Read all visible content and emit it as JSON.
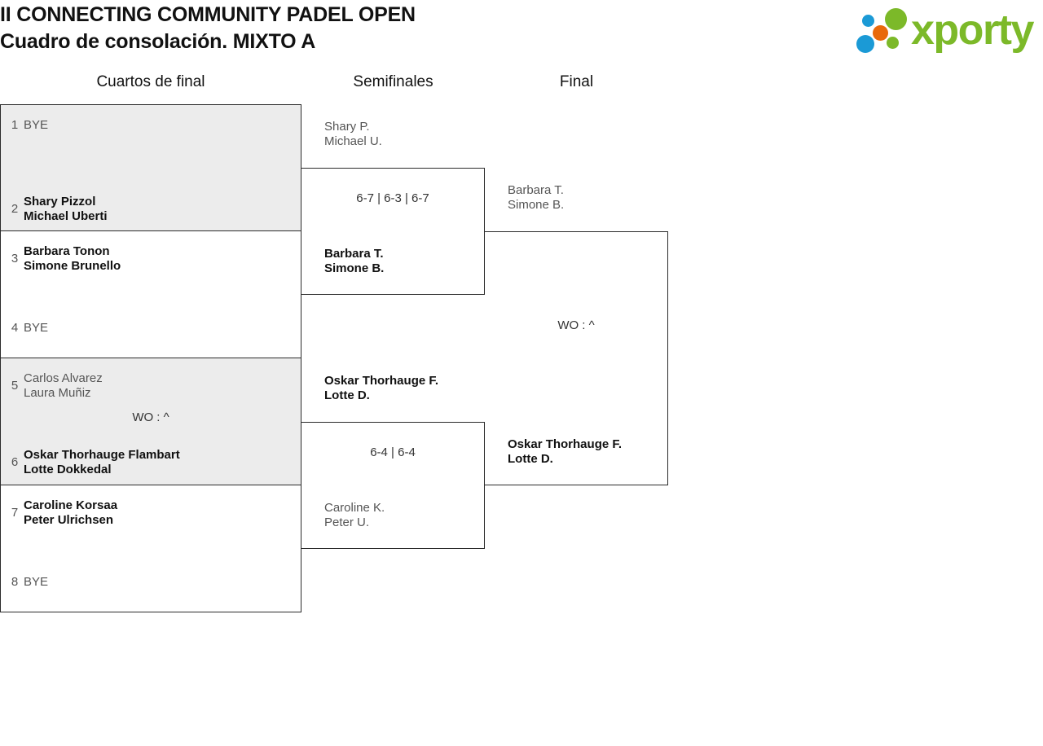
{
  "header": {
    "title_line1": "II CONNECTING COMMUNITY PADEL OPEN",
    "title_line2": "Cuadro de consolación. MIXTO A",
    "logo_word": "xporty",
    "logo_colors": {
      "green": "#7cb929",
      "blue": "#1b9ad6",
      "orange": "#e8690b"
    }
  },
  "rounds": [
    {
      "label": "Cuartos de final"
    },
    {
      "label": "Semifinales"
    },
    {
      "label": "Final"
    }
  ],
  "bracket": {
    "quarterfinals": [
      {
        "shaded": true,
        "score": "",
        "top": {
          "seed": "1",
          "lines": [
            "BYE"
          ],
          "result": "bye"
        },
        "bottom": {
          "seed": "2",
          "lines": [
            "Shary Pizzol",
            "Michael Uberti"
          ],
          "result": "winner"
        }
      },
      {
        "shaded": false,
        "score": "",
        "top": {
          "seed": "3",
          "lines": [
            "Barbara Tonon",
            "Simone Brunello"
          ],
          "result": "winner"
        },
        "bottom": {
          "seed": "4",
          "lines": [
            "BYE"
          ],
          "result": "bye"
        }
      },
      {
        "shaded": true,
        "score": "WO : ^",
        "top": {
          "seed": "5",
          "lines": [
            "Carlos Alvarez",
            "Laura Muñiz"
          ],
          "result": "loser"
        },
        "bottom": {
          "seed": "6",
          "lines": [
            "Oskar Thorhauge Flambart",
            "Lotte Dokkedal"
          ],
          "result": "winner"
        }
      },
      {
        "shaded": false,
        "score": "",
        "top": {
          "seed": "7",
          "lines": [
            "Caroline Korsaa",
            "Peter Ulrichsen"
          ],
          "result": "winner"
        },
        "bottom": {
          "seed": "8",
          "lines": [
            "BYE"
          ],
          "result": "bye"
        }
      }
    ],
    "semifinals": [
      {
        "score": "6-7 | 6-3 | 6-7",
        "top": {
          "lines": [
            "Shary P.",
            "Michael U."
          ],
          "result": "loser"
        },
        "bottom": {
          "lines": [
            "Barbara T.",
            "Simone B."
          ],
          "result": "winner"
        }
      },
      {
        "score": "6-4 | 6-4",
        "top": {
          "lines": [
            "Oskar Thorhauge F.",
            "Lotte D."
          ],
          "result": "winner"
        },
        "bottom": {
          "lines": [
            "Caroline K.",
            "Peter U."
          ],
          "result": "loser"
        }
      }
    ],
    "final": [
      {
        "score": "WO : ^",
        "top": {
          "lines": [
            "Barbara T.",
            "Simone B."
          ],
          "result": "loser"
        },
        "bottom": {
          "lines": [
            "Oskar Thorhauge F.",
            "Lotte D."
          ],
          "result": "winner"
        }
      }
    ]
  }
}
